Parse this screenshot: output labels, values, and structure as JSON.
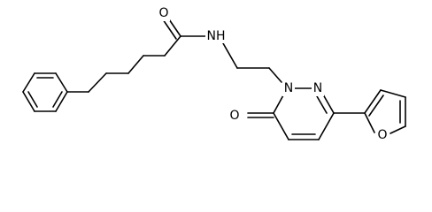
{
  "molecule": {
    "atom_labels": {
      "carbonyl_oxygen": "O",
      "amide_nitrogen": "NH",
      "ring_nitrogen_1": "N",
      "ring_nitrogen_2": "N",
      "ketone_oxygen": "O",
      "furan_oxygen": "O"
    }
  },
  "colors": {
    "bond": "#000000",
    "background": "#ffffff"
  }
}
